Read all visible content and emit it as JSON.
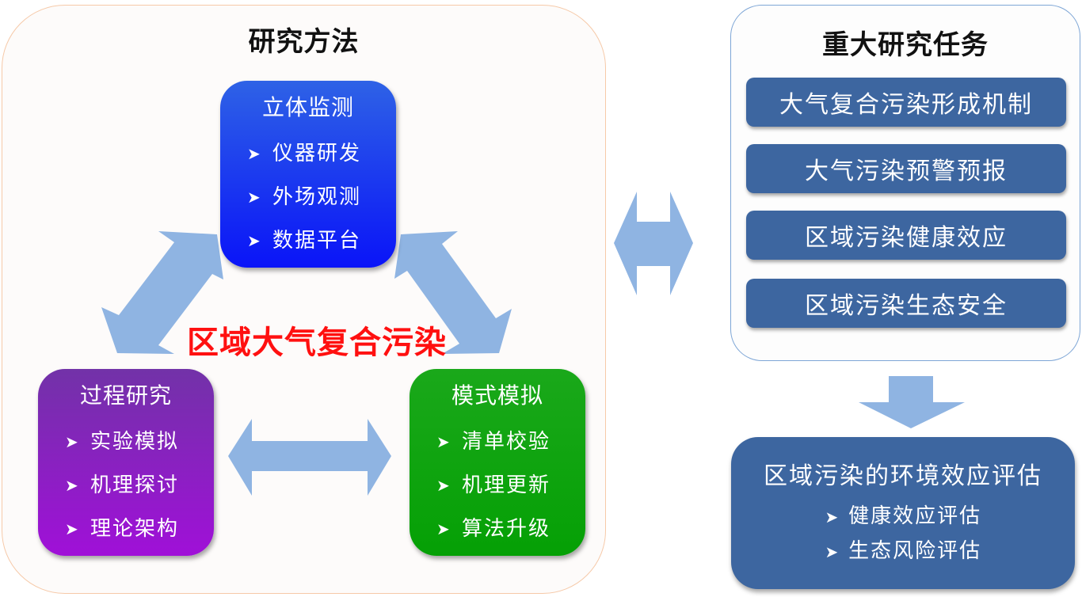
{
  "methods_panel": {
    "title": "研究方法",
    "center_label": "区域大气复合污染",
    "boxes": {
      "monitoring": {
        "title": "立体监测",
        "items": [
          "仪器研发",
          "外场观测",
          "数据平台"
        ],
        "color": "#1a3ef0"
      },
      "process": {
        "title": "过程研究",
        "items": [
          "实验模拟",
          "机理探讨",
          "理论架构"
        ],
        "color": "#8a20c0"
      },
      "modeling": {
        "title": "模式模拟",
        "items": [
          "清单校验",
          "机理更新",
          "算法升级"
        ],
        "color": "#10a010"
      }
    },
    "bullet_icon": "➤"
  },
  "tasks_panel": {
    "title": "重大研究任务",
    "items": [
      "大气复合污染形成机制",
      "大气污染预警预报",
      "区域污染健康效应",
      "区域污染生态安全"
    ]
  },
  "evaluation": {
    "title": "区域污染的环境效应评估",
    "items": [
      "健康效应评估",
      "生态风险评估"
    ]
  },
  "colors": {
    "arrow": "#8fb4e2",
    "task_box": "#3d66a0",
    "center_label": "#ff1010"
  }
}
